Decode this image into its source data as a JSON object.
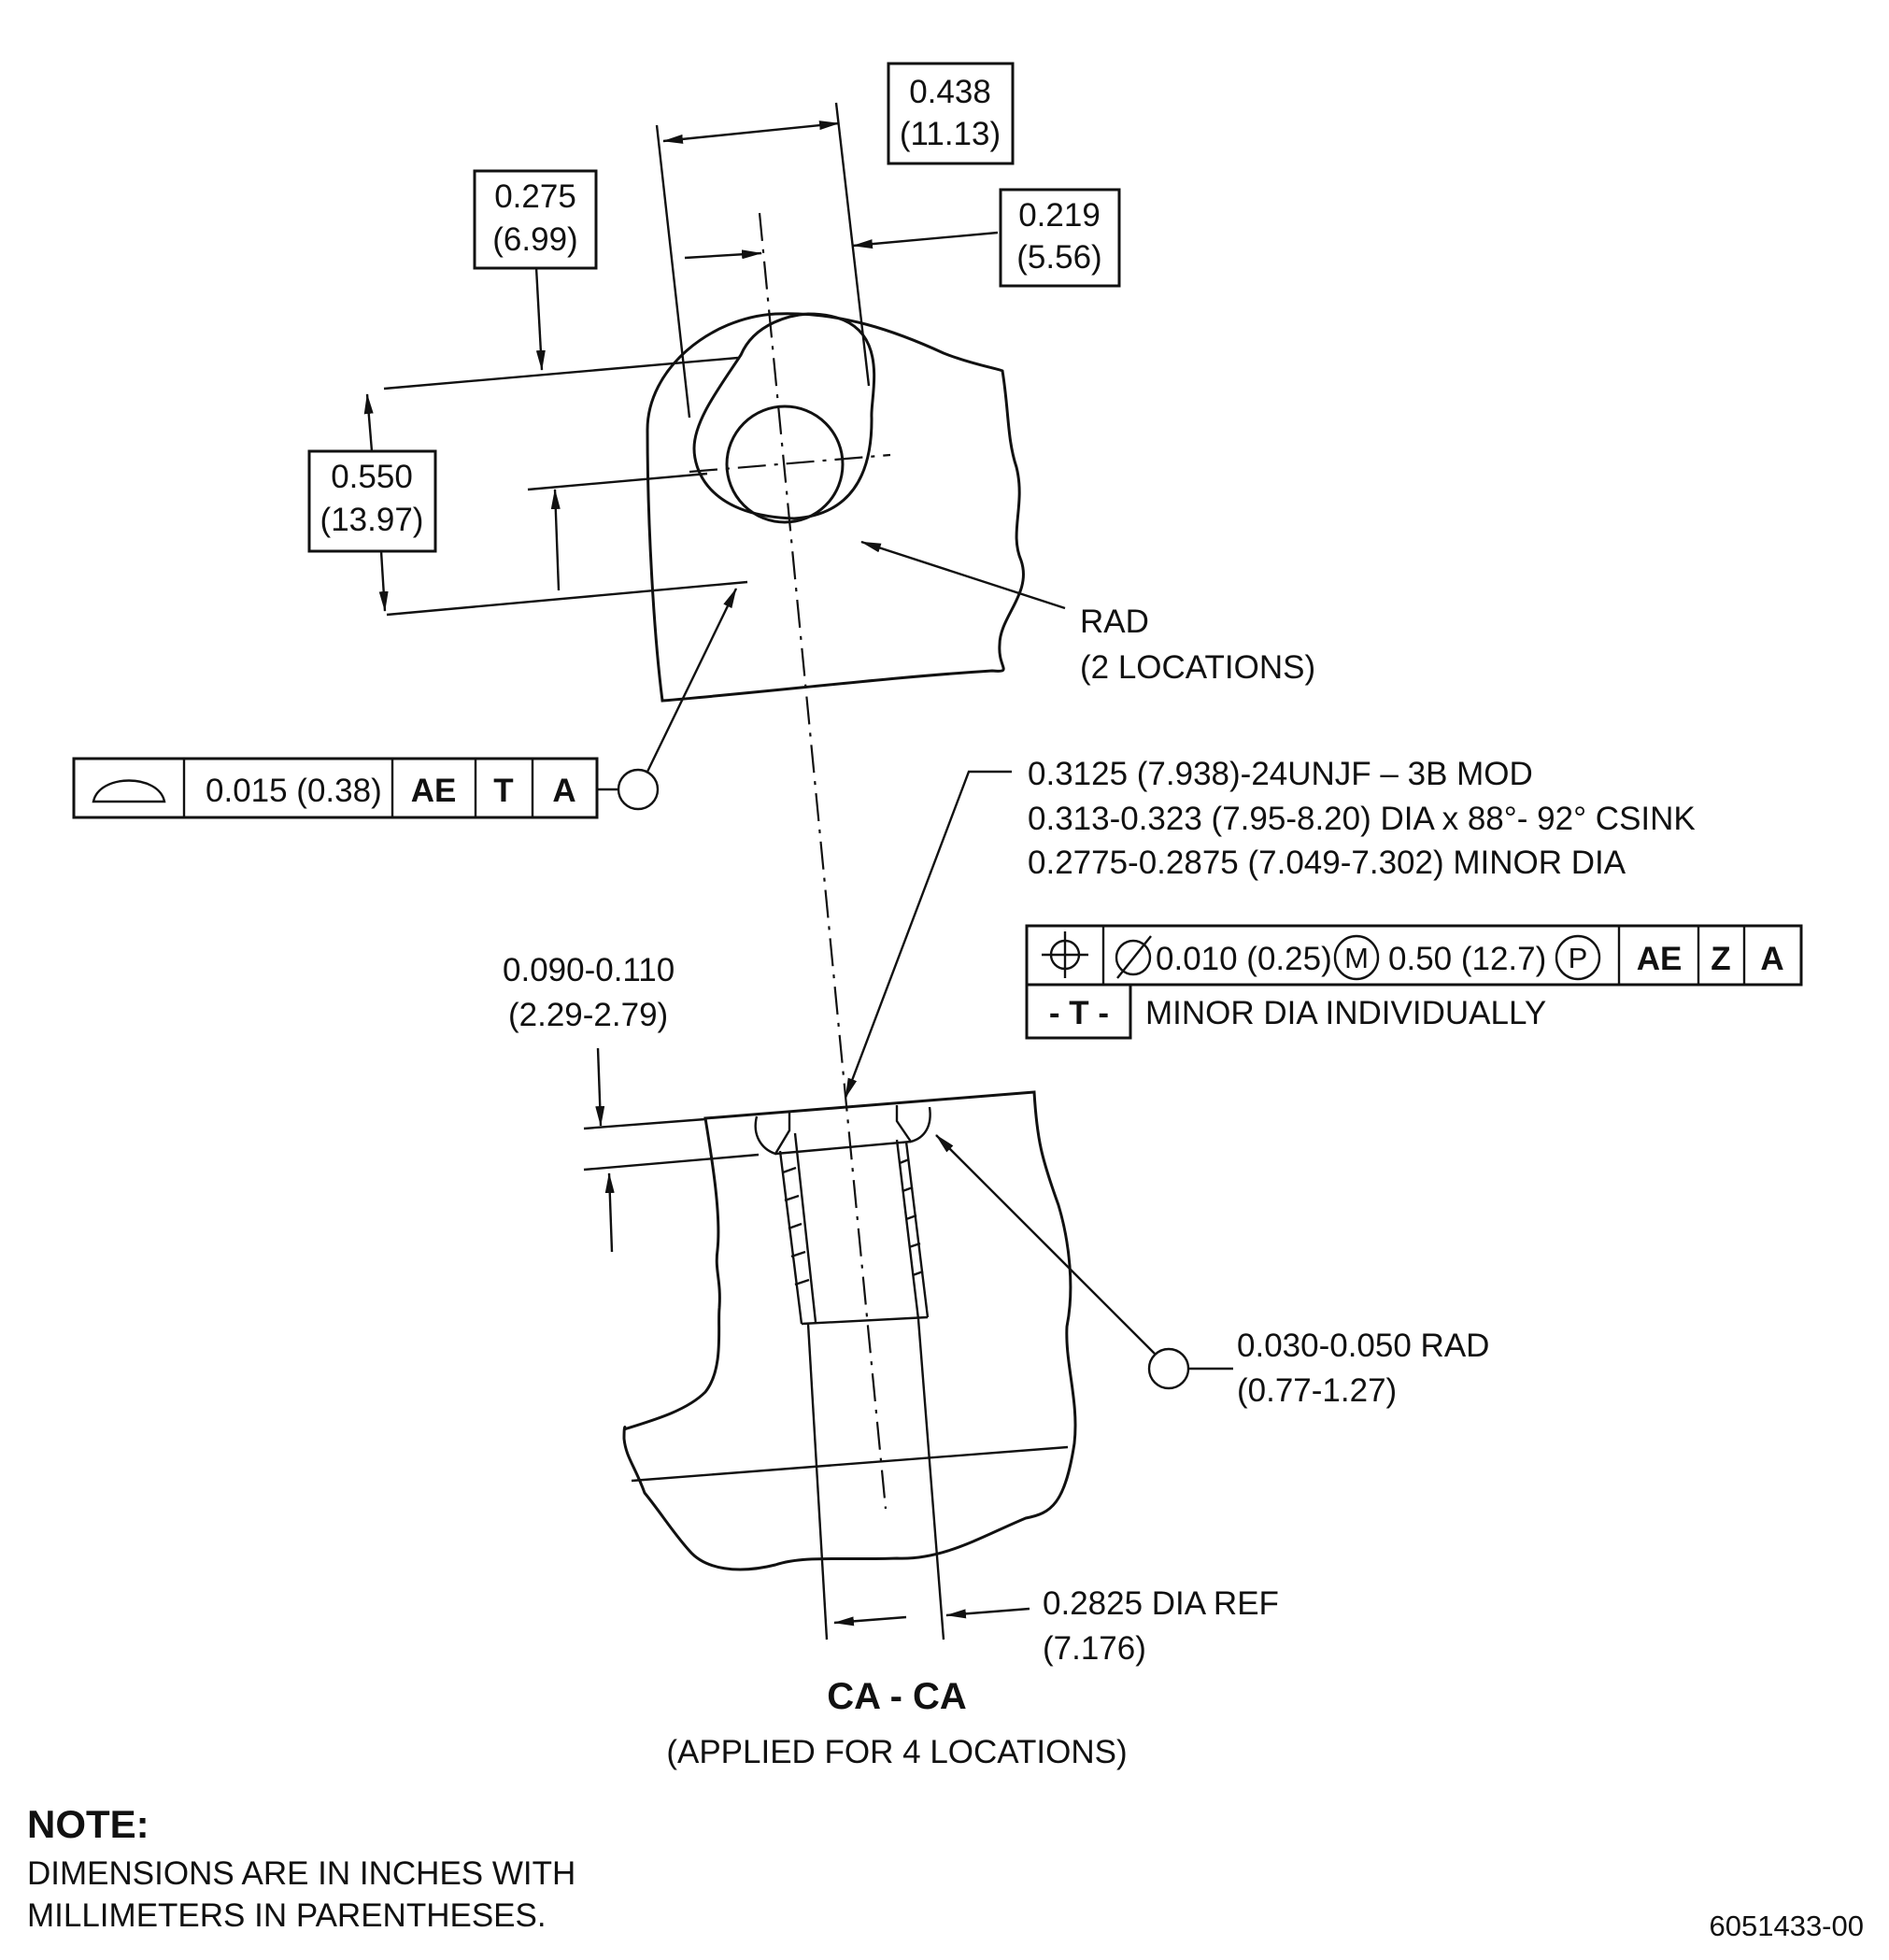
{
  "dimensions": {
    "d438": {
      "in": "0.438",
      "mm": "(11.13)"
    },
    "d275": {
      "in": "0.275",
      "mm": "(6.99)"
    },
    "d219": {
      "in": "0.219",
      "mm": "(5.56)"
    },
    "d550": {
      "in": "0.550",
      "mm": "(13.97)"
    }
  },
  "rad_label": {
    "line1": "RAD",
    "line2": "(2 LOCATIONS)"
  },
  "profile_fcf": {
    "value": "0.015 (0.38)",
    "datums": [
      "AE",
      "T",
      "A"
    ]
  },
  "thread_callout": {
    "line1": "0.3125 (7.938)-24UNJF – 3B MOD",
    "line2": "0.313-0.323 (7.95-8.20) DIA x 88°- 92° CSINK",
    "line3": "0.2775-0.2875 (7.049-7.302) MINOR DIA"
  },
  "position_fcf": {
    "tolerance": "0.010 (0.25)",
    "modifier": "M",
    "projected": "0.50 (12.7)",
    "projected_modifier": "P",
    "datums": [
      "AE",
      "Z",
      "A"
    ],
    "datum_feature": "- T -",
    "datum_note": "MINOR DIA INDIVIDUALLY"
  },
  "depth_dim": {
    "line1": "0.090-0.110",
    "line2": "(2.29-2.79)"
  },
  "edge_rad": {
    "line1": "0.030-0.050 RAD",
    "line2": "(0.77-1.27)"
  },
  "ref_dia": {
    "line1": "0.2825 DIA REF",
    "line2": "(7.176)"
  },
  "section": {
    "title": "CA - CA",
    "subtitle": "(APPLIED FOR 4 LOCATIONS)"
  },
  "note": {
    "heading": "NOTE:",
    "line1": "DIMENSIONS ARE IN INCHES WITH",
    "line2": "MILLIMETERS IN PARENTHESES."
  },
  "figure_id": "6051433-00"
}
